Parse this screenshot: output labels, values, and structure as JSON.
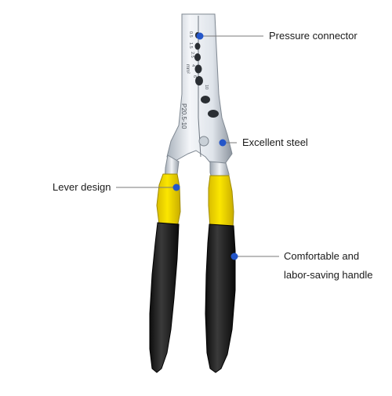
{
  "product": {
    "name": "crimping pliers",
    "model_marking": "P20.5-10",
    "jaw_size_markings": [
      "0.5",
      "1.5",
      "2.5",
      "4",
      "6",
      "10"
    ],
    "unit_marking": "mm²"
  },
  "callouts": [
    {
      "id": "pressure",
      "lines": [
        "Pressure connector"
      ]
    },
    {
      "id": "steel",
      "lines": [
        "Excellent steel"
      ]
    },
    {
      "id": "lever",
      "lines": [
        "Lever design"
      ]
    },
    {
      "id": "comfort",
      "lines": [
        "Comfortable and",
        "labor-saving handle"
      ]
    }
  ],
  "colors": {
    "dot": "#2456c9",
    "leader_line": "#7a7a7a",
    "steel_light": "#eef1f5",
    "steel_dark": "#9aa3ad",
    "handle_yellow": "#f2d400",
    "handle_black": "#1b1b1b"
  }
}
